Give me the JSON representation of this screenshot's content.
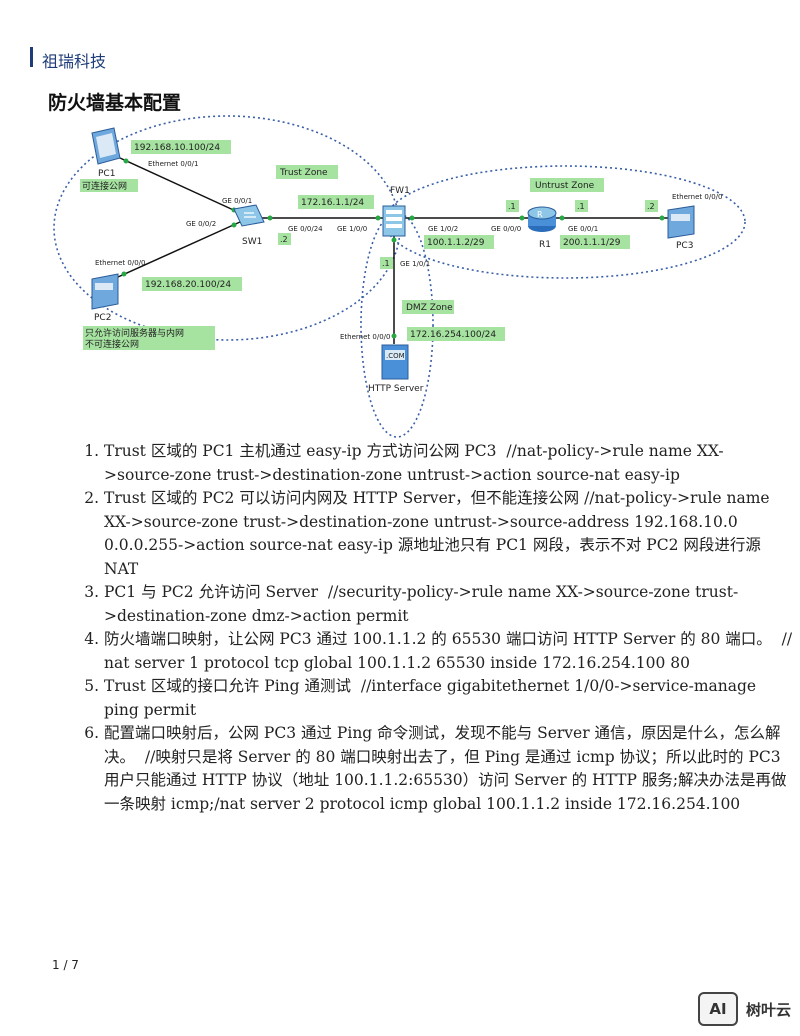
{
  "header": {
    "brand": "祖瑞科技"
  },
  "section_title": "防火墙基本配置",
  "diagram": {
    "zones": {
      "trust": "Trust Zone",
      "untrust": "Untrust Zone",
      "dmz": "DMZ Zone"
    },
    "devices": {
      "pc1": "PC1",
      "pc2": "PC2",
      "pc3": "PC3",
      "sw1": "SW1",
      "fw1": "FW1",
      "r1": "R1",
      "server": "HTTP Server",
      "server_icon_text": ".COM"
    },
    "addresses": {
      "pc1": "192.168.10.100/24",
      "pc2": "192.168.20.100/24",
      "fw_trust": "172.16.1.1/24",
      "fw_untrust": "100.1.1.2/29",
      "r1_untrust": "200.1.1.1/29",
      "server": "172.16.254.100/24"
    },
    "host_suffixes": {
      "sw_up": ".2",
      "fw_to_r1": ".1",
      "r1_left": ".1",
      "pc3": ".2",
      "fw_dmz": ".1"
    },
    "ports": {
      "pc1_eth": "Ethernet 0/0/1",
      "sw_ge1": "GE 0/0/1",
      "sw_ge2": "GE 0/0/2",
      "pc2_eth": "Ethernet 0/0/0",
      "sw_ge24": "GE 0/0/24",
      "fw_ge100": "GE 1/0/0",
      "fw_ge102": "GE 1/0/2",
      "r1_ge0": "GE 0/0/0",
      "r1_ge1": "GE 0/0/1",
      "pc3_eth": "Ethernet 0/0/0",
      "fw_ge101": "GE 1/0/1",
      "server_eth": "Ethernet 0/0/0"
    },
    "notes": {
      "pc1": "可连接公网",
      "pc2_line1": "只允许访问服务器与内网",
      "pc2_line2": "不可连接公网"
    },
    "colors": {
      "label_bg": "#a6e3a1",
      "zone_stroke": "#3a5fa8",
      "link": "#111111",
      "port_dot": "#28a745"
    }
  },
  "tasks": [
    {
      "text": "Trust 区域的 PC1 主机通过 easy-ip 方式访问公网 PC3",
      "command": "//nat-policy->rule name XX->source-zone trust->destination-zone untrust->action source-nat easy-ip"
    },
    {
      "text": "Trust 区域的 PC2 可以访问内网及 HTTP Server，但不能连接公网",
      "command": "//nat-policy->rule name XX->source-zone trust->destination-zone untrust->source-address 192.168.10.0 0.0.0.255->action source-nat easy-ip 源地址池只有 PC1 网段，表示不对 PC2 网段进行源 NAT"
    },
    {
      "text": "PC1 与 PC2 允许访问 Server",
      "command": "//security-policy->rule name XX->source-zone trust->destination-zone dmz->action permit"
    },
    {
      "text": "防火墙端口映射，让公网 PC3 通过 100.1.1.2 的 65530 端口访问 HTTP Server 的 80 端口。",
      "command": "// nat server 1 protocol tcp global 100.1.1.2 65530 inside 172.16.254.100 80"
    },
    {
      "text": "Trust 区域的接口允许 Ping 通测试",
      "command": "//interface gigabitethernet 1/0/0->service-manage ping permit"
    },
    {
      "text": "配置端口映射后，公网 PC3 通过 Ping 命令测试，发现不能与 Server 通信，原因是什么，怎么解决。",
      "command": "//映射只是将 Server 的 80 端口映射出去了，但 Ping 是通过 icmp 协议；所以此时的 PC3 用户只能通过 HTTP 协议（地址 100.1.1.2:65530）访问 Server 的 HTTP 服务;解决办法是再做一条映射 icmp;/nat server 2 protocol icmp global 100.1.1.2 inside 172.16.254.100"
    }
  ],
  "footer": {
    "page_number": "1 / 7"
  },
  "watermark": {
    "logo_text": "AI",
    "site": "树叶云"
  }
}
